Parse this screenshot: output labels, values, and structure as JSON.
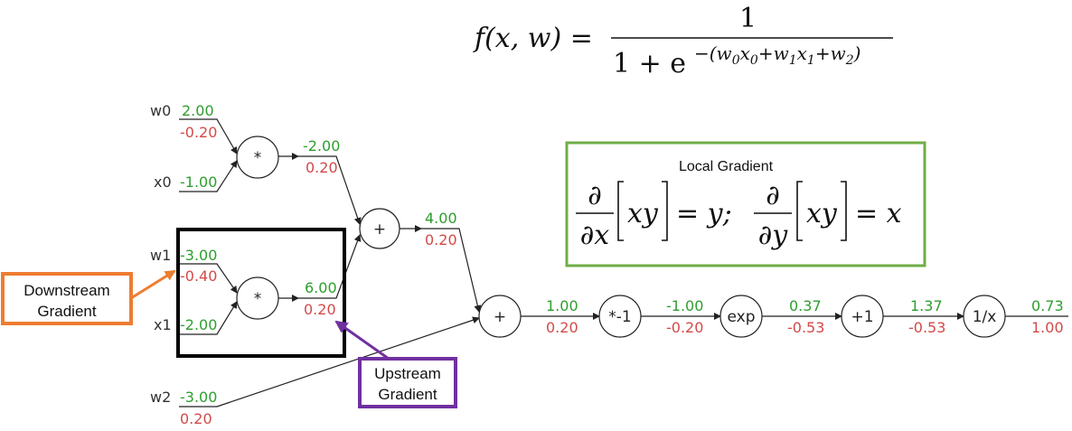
{
  "formula": {
    "lhs": "f(x, w) =",
    "numerator": "1",
    "denominator_base": "1 + e",
    "exponent": "−(w",
    "exponent_parts": [
      "0",
      "x",
      "0",
      "+w",
      "1",
      "x",
      "1",
      "+w",
      "2",
      ")"
    ]
  },
  "inputs": [
    {
      "name": "w0",
      "forward": "2.00",
      "backward": "-0.20"
    },
    {
      "name": "x0",
      "forward": "-1.00",
      "backward": ""
    },
    {
      "name": "w1",
      "forward": "-3.00",
      "backward": "-0.40"
    },
    {
      "name": "x1",
      "forward": "-2.00",
      "backward": ""
    },
    {
      "name": "w2",
      "forward": "-3.00",
      "backward": "0.20"
    }
  ],
  "nodes": [
    {
      "op": "*",
      "out_forward": "-2.00",
      "out_backward": "0.20"
    },
    {
      "op": "*",
      "out_forward": "6.00",
      "out_backward": "0.20"
    },
    {
      "op": "+",
      "out_forward": "4.00",
      "out_backward": "0.20"
    },
    {
      "op": "+",
      "out_forward": "1.00",
      "out_backward": "0.20"
    },
    {
      "op": "*-1",
      "out_forward": "-1.00",
      "out_backward": "-0.20"
    },
    {
      "op": "exp",
      "out_forward": "0.37",
      "out_backward": "-0.53"
    },
    {
      "op": "+1",
      "out_forward": "1.37",
      "out_backward": "-0.53"
    },
    {
      "op": "1/x",
      "out_forward": "0.73",
      "out_backward": "1.00"
    }
  ],
  "local_gradient": {
    "title": "Local Gradient",
    "border_color": "#70ad47"
  },
  "callouts": {
    "downstream": {
      "line1": "Downstream",
      "line2": "Gradient",
      "color": "#ed7d31"
    },
    "upstream": {
      "line1": "Upstream",
      "line2": "Gradient",
      "color": "#7030a0"
    }
  },
  "colors": {
    "forward": "#2e9e2e",
    "backward": "#d24a4a",
    "highlight_box": "#000000"
  }
}
